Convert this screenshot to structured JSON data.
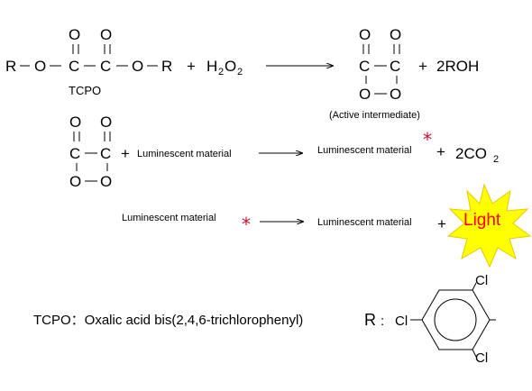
{
  "reaction1": {
    "R_left": "R",
    "O_ester_left": "O",
    "C1": "C",
    "C2": "C",
    "O_carbonyl_1": "O",
    "O_carbonyl_2": "O",
    "O_ester_right": "O",
    "R_right": "R",
    "plus": "+",
    "h2o2_H": "H",
    "h2o2_sub1": "2",
    "h2o2_O": "O",
    "h2o2_sub2": "2",
    "tcpo_label": "TCPO",
    "product_C1": "C",
    "product_C2": "C",
    "product_Oc1": "O",
    "product_Oc2": "O",
    "product_Or1": "O",
    "product_Or2": "O",
    "product_plus": "+",
    "product_roh": "2ROH",
    "active_label": "(Active intermediate)"
  },
  "reaction2": {
    "C1": "C",
    "C2": "C",
    "Oc1": "O",
    "Oc2": "O",
    "Or1": "O",
    "Or2": "O",
    "plus": "+",
    "reactant_label": "Luminescent material",
    "product_label": "Luminescent material",
    "star": "*",
    "product_plus": "+",
    "co2_prefix": "2CO",
    "co2_sub": "2"
  },
  "reaction3": {
    "reactant_label": "Luminescent material",
    "star": "*",
    "product_label": "Luminescent material",
    "plus": "+",
    "light_label": "Light",
    "burst_fill": "#ffff00",
    "light_text_color": "#ff0000"
  },
  "legend": {
    "tcpo_definition": "TCPO：Oxalic acid bis(2,4,6-trichlorophenyl)",
    "r_label": "R",
    "r_colon": ":",
    "cl_left": "Cl",
    "cl_top": "Cl",
    "cl_bottom": "Cl"
  },
  "colors": {
    "star": "#c8102e",
    "burst": "#ffff00",
    "light_text": "#ff0000"
  }
}
